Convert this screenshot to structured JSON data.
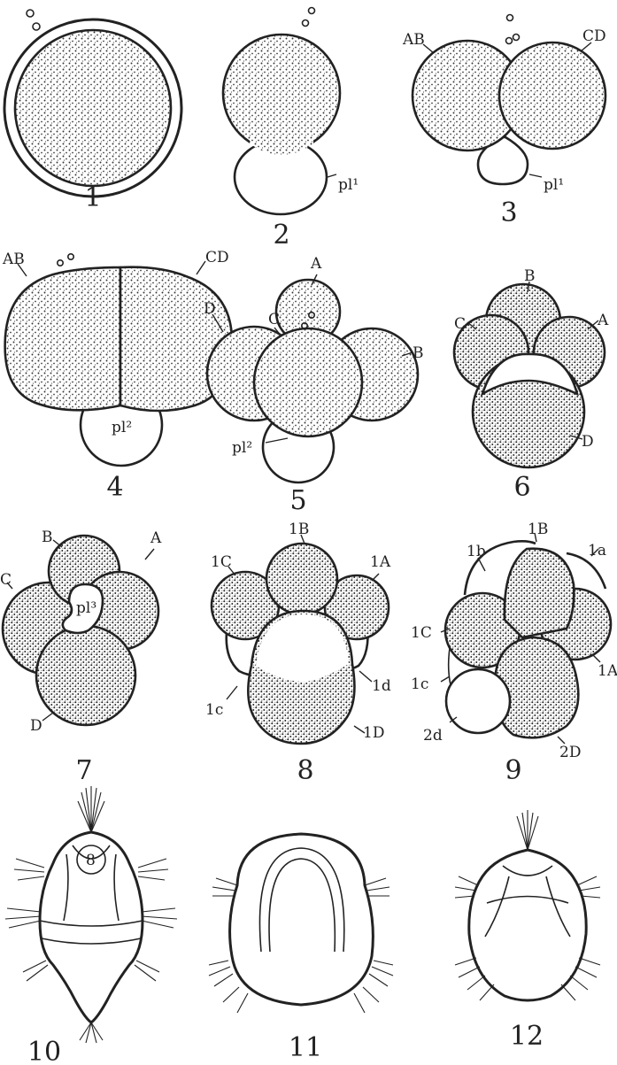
{
  "figures": [
    {
      "number": "1",
      "labels": []
    },
    {
      "number": "2",
      "labels": [
        "pl¹"
      ]
    },
    {
      "number": "3",
      "labels": [
        "AB",
        "CD",
        "pl¹"
      ]
    },
    {
      "number": "4",
      "labels": [
        "AB",
        "CD",
        "pl²"
      ]
    },
    {
      "number": "5",
      "labels": [
        "A",
        "B",
        "C",
        "D",
        "pl²"
      ]
    },
    {
      "number": "6",
      "labels": [
        "A",
        "B",
        "C",
        "D"
      ]
    },
    {
      "number": "7",
      "labels": [
        "A",
        "B",
        "C",
        "D",
        "pl³"
      ]
    },
    {
      "number": "8",
      "labels": [
        "1A",
        "1B",
        "1C",
        "1D",
        "1c",
        "1d"
      ]
    },
    {
      "number": "9",
      "labels": [
        "1a",
        "1b",
        "1B",
        "1C",
        "1c",
        "1A",
        "2D",
        "2d"
      ]
    },
    {
      "number": "10",
      "labels": [
        "8"
      ]
    },
    {
      "number": "11",
      "labels": []
    },
    {
      "number": "12",
      "labels": []
    }
  ],
  "colors": {
    "ink": "#222222",
    "paper": "#ffffff"
  }
}
